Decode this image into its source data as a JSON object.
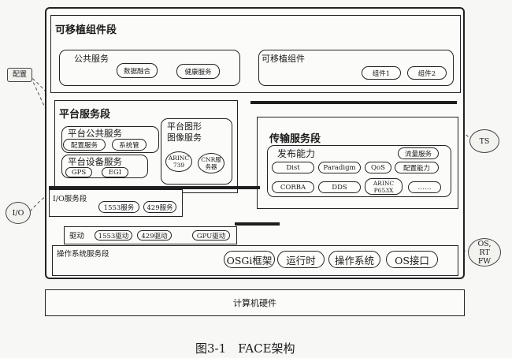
{
  "portable_segment": {
    "title": "可移植组件段",
    "public_services": {
      "label": "公共服务",
      "items": [
        "数据融合",
        "健康服务"
      ]
    },
    "portable_components": {
      "label": "可移植组件",
      "items": [
        "组件1",
        "组件2"
      ]
    }
  },
  "platform_segment": {
    "title": "平台服务段",
    "common_services": {
      "label": "平台公共服务",
      "items": [
        "配置服务",
        "系统管"
      ]
    },
    "device_services": {
      "label": "平台设备服务",
      "items": [
        "GPS",
        "EGI"
      ]
    },
    "graphics_services": {
      "label_line1": "平台图形",
      "label_line2": "图像服务",
      "items": [
        "ARINC 739",
        "CNR服务器"
      ]
    }
  },
  "transport_segment": {
    "title": "传输服务段",
    "publish": {
      "label": "发布能力",
      "items": [
        "Dist",
        "Paradigm",
        "QoS",
        "配置能力"
      ]
    },
    "stream_service": "流量服务",
    "protocols": [
      "CORBA",
      "DDS",
      "ARINC P653X",
      "……"
    ]
  },
  "io_segment": {
    "title": "I/O服务段",
    "items": [
      "1553服务",
      "429服务"
    ]
  },
  "drivers": {
    "title": "驱动",
    "items": [
      "1553驱动",
      "429驱动",
      "GPU驱动"
    ]
  },
  "os_segment": {
    "title": "操作系统服务段",
    "items": [
      "OSGi框架",
      "运行时",
      "操作系统",
      "OS接口"
    ]
  },
  "hardware": "计算机硬件",
  "external": {
    "config": "配置",
    "io": "I/O",
    "ts": "TS",
    "os": "OS, RT FW"
  },
  "caption": "图3-1　FACE架构"
}
